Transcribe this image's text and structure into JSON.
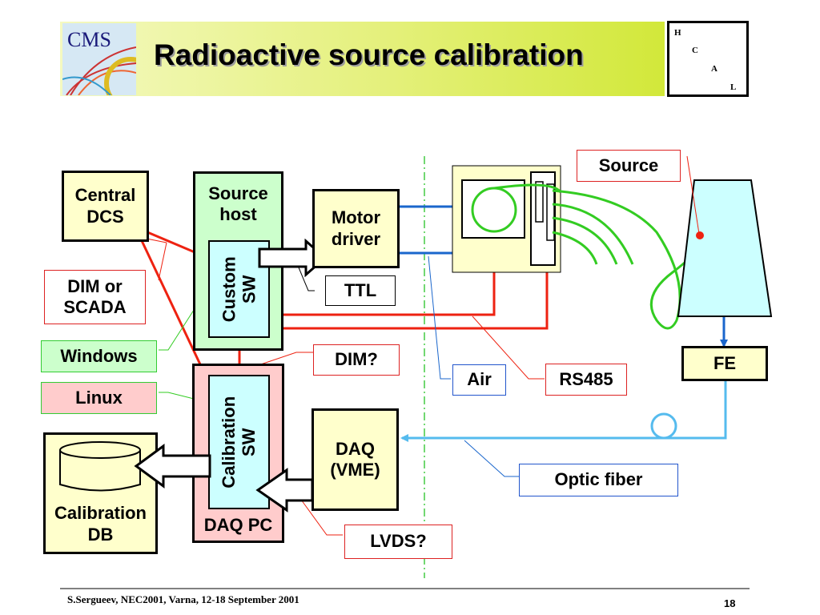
{
  "header": {
    "title": "Radioactive source calibration",
    "logo_text": "CMS",
    "hcal_letters": [
      "H",
      "C",
      "A",
      "L"
    ]
  },
  "diagram": {
    "boxes": {
      "central_dcs": "Central DCS",
      "source_host": "Source host",
      "custom_sw": "Custom SW",
      "motor_driver": "Motor driver",
      "daq_pc": "DAQ PC",
      "calibration_sw": "Calibration SW",
      "daq_vme": "DAQ (VME)",
      "calibration_db": "Calibration DB",
      "fe": "FE"
    },
    "labels": {
      "dim_or_scada": "DIM or SCADA",
      "windows": "Windows",
      "linux": "Linux",
      "ttl": "TTL",
      "dim_q": "DIM?",
      "air": "Air",
      "rs485": "RS485",
      "source": "Source",
      "optic_fiber": "Optic fiber",
      "lvds": "LVDS?"
    }
  },
  "footer": {
    "credit": "S.Sergueev, NEC2001, Varna, 12-18 September 2001",
    "page_number": "18"
  },
  "colors": {
    "red_link": "#ee2211",
    "blue_link": "#1a66cc",
    "fiber": "#55bbee",
    "green_fiber": "#33cc22"
  }
}
